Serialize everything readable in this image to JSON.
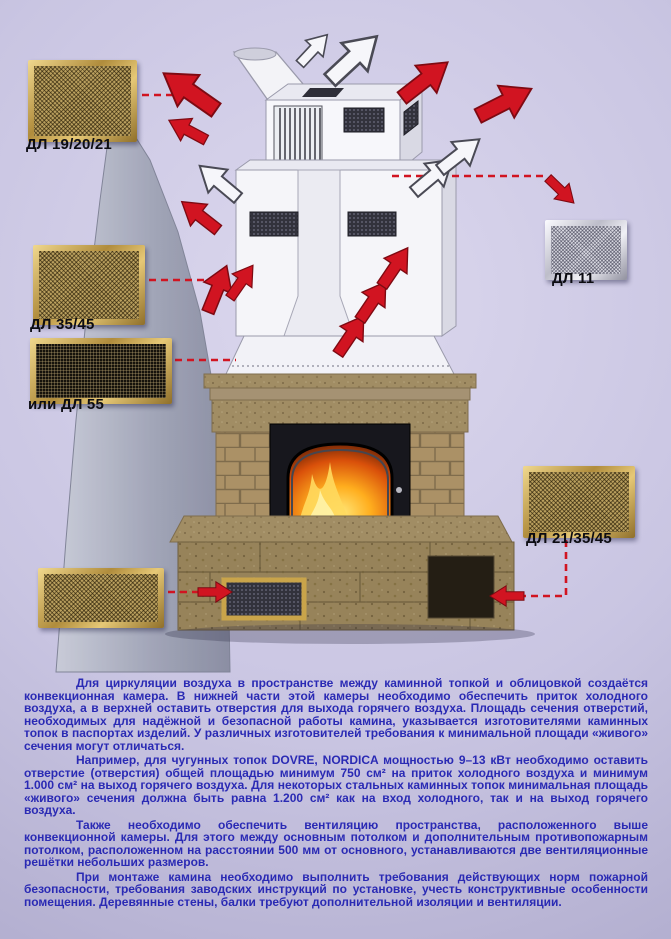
{
  "colors": {
    "background_lavender": "#c9c5e2",
    "text_blue": "#2a2ab4",
    "arrow_red": "#d11421",
    "arrow_white": "#f6f6fa",
    "gold_frame": "#c9a44a",
    "silver_frame": "#d9d9e2",
    "stone_tan": "#9c8962",
    "flame_orange": "#ff9e1e"
  },
  "diagram": {
    "grille_labels": {
      "top_left": "ДЛ 19/20/21",
      "mid_left": "ДЛ 35/45",
      "mid_left_alt": "или ДЛ 55",
      "right": "ДЛ 11",
      "bottom_right": "ДЛ 21/35/45"
    }
  },
  "text": {
    "paragraphs": [
      "Для циркуляции воздуха в пространстве между каминной топкой и облицовкой создаётся конвекционная камера. В нижней части этой камеры необходимо обеспечить приток холодного воздуха, а в верхней оставить отверстия для выхода горячего воздуха. Площадь сечения отверстий, необходимых для надёжной и безопасной работы камина, указывается изготовителями каминных топок в паспортах изделий. У различных изготовителей требования к минимальной площади «живого» сечения могут отличаться.",
      "Например, для чугунных топок DOVRE, NORDICA мощностью 9–13 кВт необходимо оставить отверстие (отверстия) общей площадью минимум 750 см² на приток холодного воздуха и минимум 1.000 см² на выход горячего воздуха. Для некоторых стальных каминных топок минимальная площадь «живого» сечения должна быть равна 1.200 см² как на вход холодного, так и на выход горячего воздуха.",
      "Также необходимо обеспечить вентиляцию пространства, расположенного выше конвекционной камеры. Для этого между основным потолком и дополнительным противопожарным потолком, расположенном на расстоянии 500 мм от основного, устанавливаются две вентиляционные решётки небольших размеров.",
      "При монтаже камина необходимо выполнить требования действующих норм пожарной безопасности, требования заводских инструкций по установке, учесть конструктивные особенности помещения. Деревянные стены, балки требуют дополнительной изоляции и вентиляции."
    ]
  }
}
